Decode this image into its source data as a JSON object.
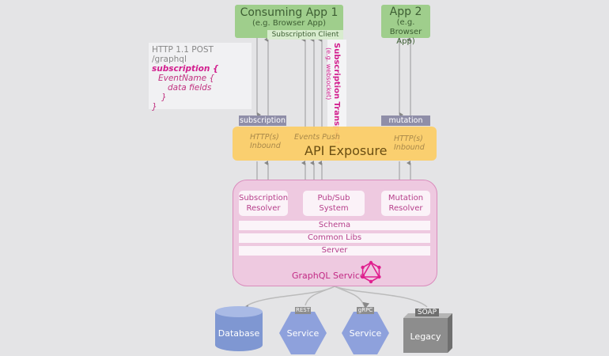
{
  "apps": {
    "consuming_app": {
      "title": "Consuming App  1",
      "subtitle": "(e.g. Browser App)",
      "client_label": "Subscription Client"
    },
    "app2": {
      "title": "App 2",
      "subtitle": "(e.g. Browser App)"
    }
  },
  "request_code": {
    "line1": "HTTP 1.1 POST /graphql",
    "line2": "subscription {",
    "line3": "EventName {",
    "line4": "data fields",
    "line5": "}",
    "line6": "}"
  },
  "transport": {
    "title": "Subscription Transport",
    "subtitle": "(e.g. websocket)"
  },
  "tags": {
    "subscription": "subscription",
    "mutation": "mutation"
  },
  "api_exposure": {
    "title": "API Exposure",
    "left_note_1": "HTTP(s)",
    "left_note_2": "Inbound",
    "events_push": "Events Push",
    "right_note_1": "HTTP(s)",
    "right_note_2": "Inbound"
  },
  "graphql_service": {
    "label": "GraphQL Service",
    "resolvers": [
      {
        "line1": "Subscription",
        "line2": "Resolver"
      },
      {
        "line1": "Pub/Sub",
        "line2": "System"
      },
      {
        "line1": "Mutation",
        "line2": "Resolver"
      }
    ],
    "layers": [
      "Schema",
      "Common Libs",
      "Server"
    ]
  },
  "backends": {
    "database": "Database",
    "rest_service": {
      "tag": "REST",
      "label": "Service"
    },
    "grpc_service": {
      "tag": "gRPC",
      "label": "Service"
    },
    "legacy": {
      "tag": "SOAP",
      "label": "Legacy"
    }
  },
  "colors": {
    "app_green": "#9fce8c",
    "api_yellow": "#fbcd68",
    "graphql_pink": "#eec9e0",
    "accent_magenta": "#d21e8e",
    "service_blue": "#8ea1dc",
    "legacy_gray": "#8d8d8d"
  }
}
